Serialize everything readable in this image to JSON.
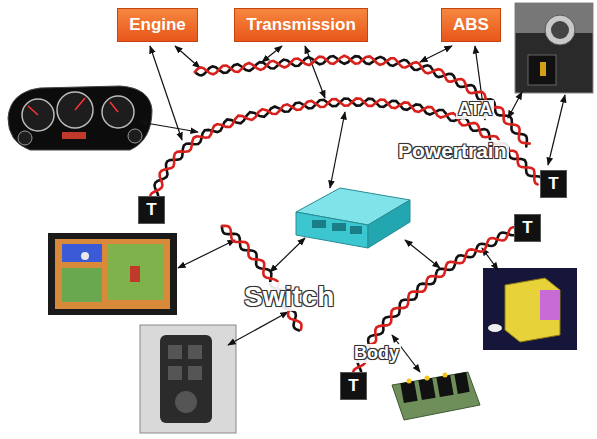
{
  "diagram": {
    "nodes": [
      {
        "text": [
          "Engine"
        ]
      },
      {
        "text": [
          "Transmission"
        ]
      },
      {
        "text": [
          "ABS"
        ]
      },
      {
        "text": [
          "T"
        ]
      },
      {
        "text": [
          "T"
        ]
      },
      {
        "text": [
          "T"
        ]
      },
      {
        "text": [
          "T"
        ]
      }
    ],
    "labels": [
      "ATA",
      "Powertrain",
      "Switch",
      "Body"
    ]
  }
}
